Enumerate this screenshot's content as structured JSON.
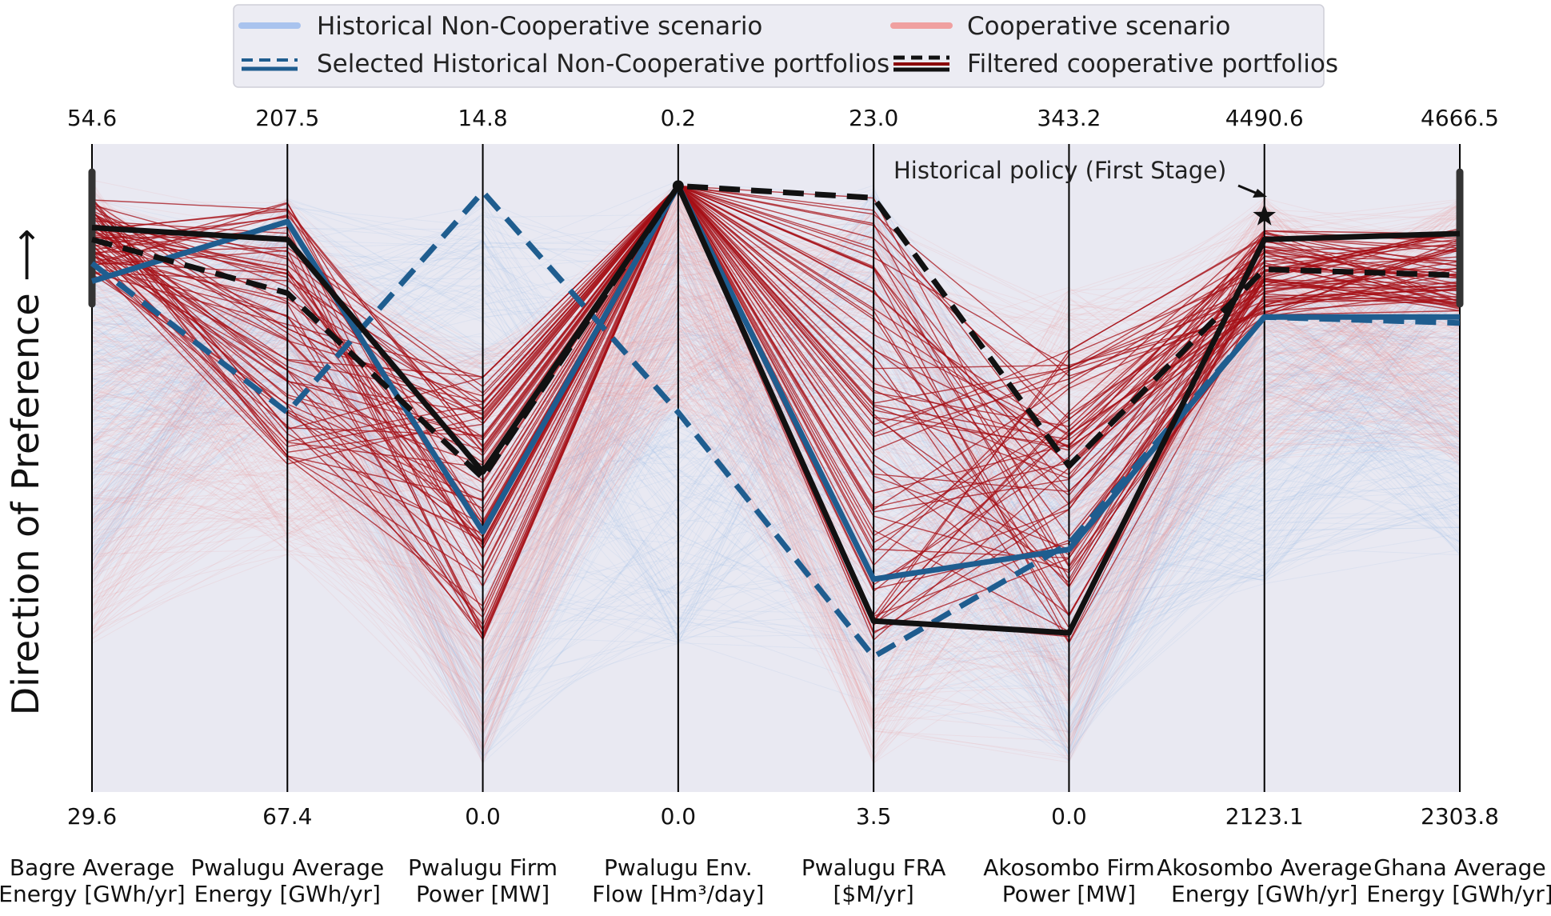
{
  "chart_data": {
    "type": "parallel-coordinates",
    "ylabel": "Direction of Preference ⟶",
    "axes": [
      {
        "name": "Bagre Average\nEnergy [GWh/yr]",
        "max": 54.6,
        "min": 29.6,
        "max_label": "54.6",
        "min_label": "29.6"
      },
      {
        "name": "Pwalugu Average\nEnergy [GWh/yr]",
        "max": 207.5,
        "min": 67.4,
        "max_label": "207.5",
        "min_label": "67.4"
      },
      {
        "name": "Pwalugu Firm\nPower [MW]",
        "max": 14.8,
        "min": 0.0,
        "max_label": "14.8",
        "min_label": "0.0"
      },
      {
        "name": "Pwalugu Env.\nFlow [Hm³/day]",
        "max": 0.2,
        "min": 0.0,
        "max_label": "0.2",
        "min_label": "0.0"
      },
      {
        "name": "Pwalugu FRA\n[$M/yr]",
        "max": 23.0,
        "min": 3.5,
        "max_label": "23.0",
        "min_label": "3.5"
      },
      {
        "name": "Akosombo Firm\nPower [MW]",
        "max": 343.2,
        "min": 0.0,
        "max_label": "343.2",
        "min_label": "0.0"
      },
      {
        "name": "Akosombo Average\nEnergy [GWh/yr]",
        "max": 4490.6,
        "min": 2123.1,
        "max_label": "4490.6",
        "min_label": "2123.1"
      },
      {
        "name": "Ghana Average\nEnergy [GWh/yr]",
        "max": 4666.5,
        "min": 2303.8,
        "max_label": "4666.5",
        "min_label": "2303.8"
      }
    ],
    "legend": [
      {
        "label": "Historical Non-Cooperative scenario",
        "color": "#8fb3e6",
        "style": "solid-light"
      },
      {
        "label": "Cooperative scenario",
        "color": "#ee8a8a",
        "style": "solid-light"
      },
      {
        "label": "Selected Historical Non-Cooperative portfolios",
        "color": "#1f5d8f",
        "style": "dashed"
      },
      {
        "label": "Filtered cooperative portfolios",
        "color": "#111111",
        "style": "dashed-over-darkred"
      }
    ],
    "legend_position": "top-center",
    "annotation": "Historical policy (First Stage)",
    "series": [
      {
        "name": "Selected Historical Non-Cooperative portfolios (solid)",
        "color": "#1f5d8f",
        "dash": false,
        "values": [
          0.81,
          0.91,
          0.39,
          0.97,
          0.31,
          0.36,
          0.75,
          0.75
        ]
      },
      {
        "name": "Selected Historical Non-Cooperative portfolios (dashed)",
        "color": "#1f5d8f",
        "dash": true,
        "values": [
          0.84,
          0.59,
          0.96,
          0.59,
          0.18,
          0.37,
          0.75,
          0.74
        ]
      },
      {
        "name": "Filtered cooperative portfolios (solid)",
        "color": "#111111",
        "dash": false,
        "values": [
          0.9,
          0.88,
          0.49,
          0.97,
          0.24,
          0.22,
          0.88,
          0.89
        ]
      },
      {
        "name": "Filtered cooperative portfolios (dashed)",
        "color": "#111111",
        "dash": true,
        "values": [
          0.88,
          0.79,
          0.48,
          0.97,
          0.95,
          0.5,
          0.83,
          0.82
        ]
      }
    ],
    "historical_policy_point": {
      "axis_index": 6,
      "value": 0.92
    }
  }
}
